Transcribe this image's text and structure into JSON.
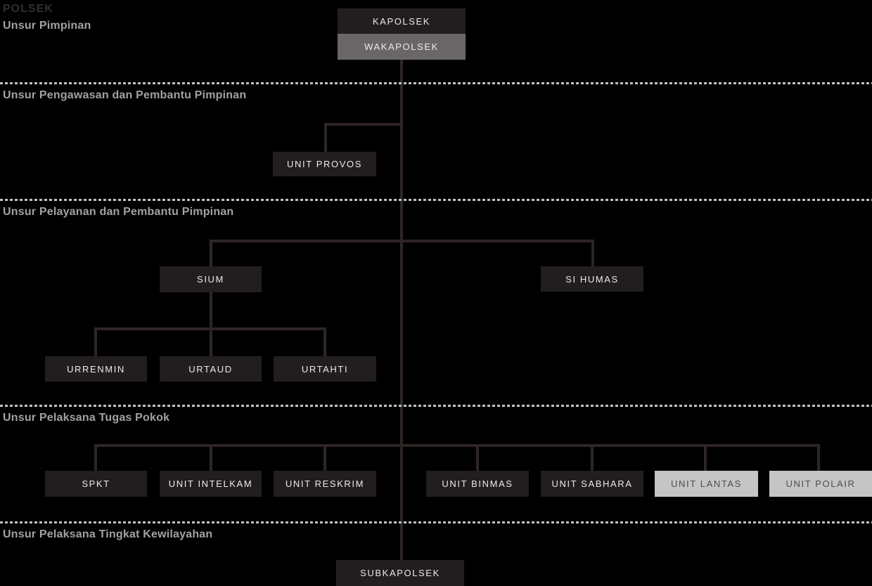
{
  "title": "POLSEK",
  "sections": {
    "pimpinan": {
      "label": "Unsur Pimpinan"
    },
    "pengawasan": {
      "label": "Unsur Pengawasan dan Pembantu Pimpinan"
    },
    "pelayanan": {
      "label": "Unsur Pelayanan dan Pembantu Pimpinan"
    },
    "pelaksana_pokok": {
      "label": "Unsur Pelaksana Tugas Pokok"
    },
    "kewilayahan": {
      "label": "Unsur Pelaksana Tingkat Kewilayahan"
    }
  },
  "nodes": {
    "kapolsek": {
      "label": "KAPOLSEK",
      "variant": "dark"
    },
    "wakapolsek": {
      "label": "WAKAPOLSEK",
      "variant": "gray"
    },
    "unit_provos": {
      "label": "UNIT PROVOS",
      "variant": "dark"
    },
    "sium": {
      "label": "SIUM",
      "variant": "dark"
    },
    "si_humas": {
      "label": "SI HUMAS",
      "variant": "dark"
    },
    "urrenmin": {
      "label": "URRENMIN",
      "variant": "dark"
    },
    "urtaud": {
      "label": "URTAUD",
      "variant": "dark"
    },
    "urtahti": {
      "label": "URTAHTI",
      "variant": "dark"
    },
    "spkt": {
      "label": "SPKT",
      "variant": "dark"
    },
    "unit_intelkam": {
      "label": "UNIT INTELKAM",
      "variant": "dark"
    },
    "unit_reskrim": {
      "label": "UNIT RESKRIM",
      "variant": "dark"
    },
    "unit_binmas": {
      "label": "UNIT BINMAS",
      "variant": "dark"
    },
    "unit_sabhara": {
      "label": "UNIT SABHARA",
      "variant": "dark"
    },
    "unit_lantas": {
      "label": "UNIT LANTAS",
      "variant": "light"
    },
    "unit_polair": {
      "label": "UNIT POLAIR",
      "variant": "light"
    },
    "subkapolsek": {
      "label": "SUBKAPOLSEK",
      "variant": "dark"
    }
  },
  "colors": {
    "background": "#000000",
    "node_dark": "#221e1f",
    "node_gray": "#6a6667",
    "node_light": "#c6c5c6",
    "node_text_on_dark": "#eceaea",
    "node_text_on_light": "#4f4b4c",
    "connector": "#2d2625",
    "divider_dash": "#c2c2c2",
    "section_header_text": "#a3a1a1",
    "title_text": "#332e2f"
  }
}
